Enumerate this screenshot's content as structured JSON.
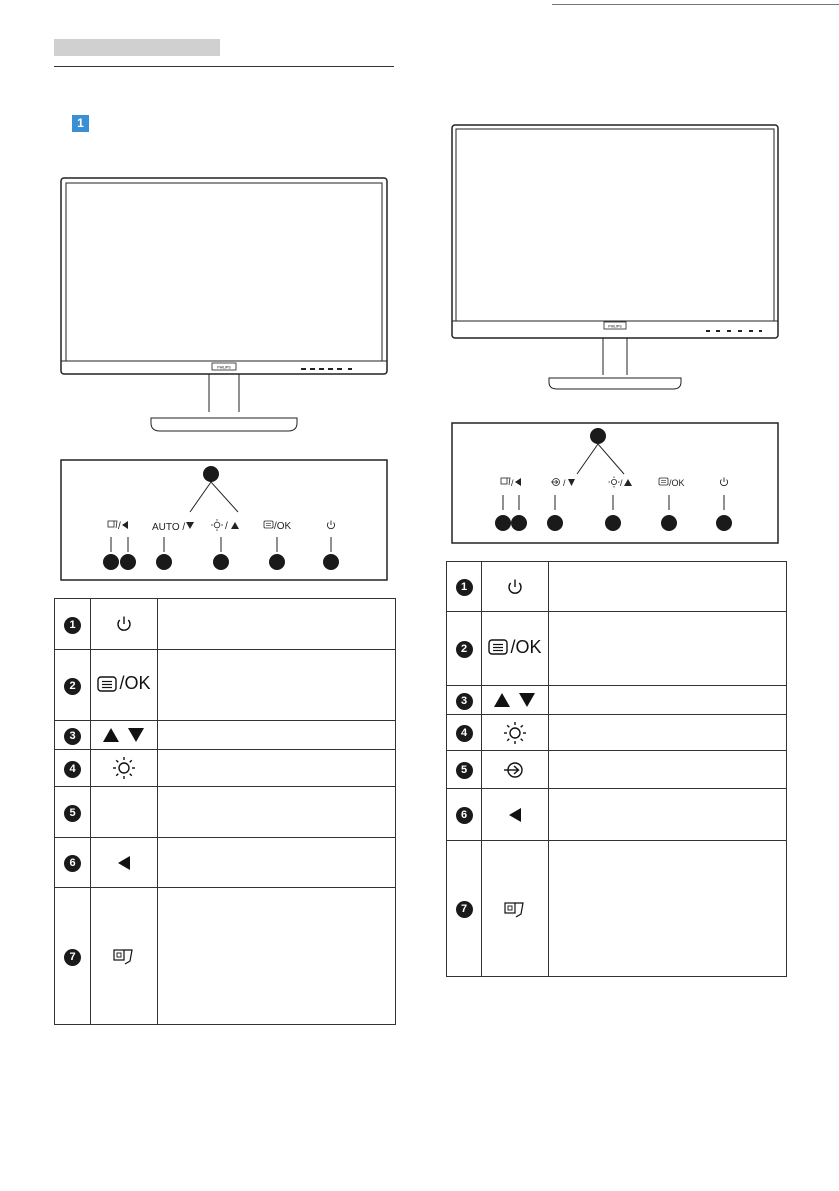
{
  "step": {
    "number": "1"
  },
  "left": {
    "monitor_brand": "PHILIPS",
    "panel_labels": {
      "label_2": "/OK",
      "label_5": "AUTO /"
    },
    "rows": [
      {
        "num": "1",
        "icon": "power-icon"
      },
      {
        "num": "2",
        "icon": "menu-icon",
        "text": "/OK"
      },
      {
        "num": "3",
        "icon": "up-down-arrows-icon"
      },
      {
        "num": "4",
        "icon": "brightness-icon"
      },
      {
        "num": "5",
        "icon": ""
      },
      {
        "num": "6",
        "icon": "left-arrow-icon"
      },
      {
        "num": "7",
        "icon": "smartimage-icon"
      }
    ]
  },
  "right": {
    "monitor_brand": "PHILIPS",
    "panel_labels": {
      "label_2": "/OK"
    },
    "rows": [
      {
        "num": "1",
        "icon": "power-icon"
      },
      {
        "num": "2",
        "icon": "menu-icon",
        "text": "/OK"
      },
      {
        "num": "3",
        "icon": "up-down-arrows-icon"
      },
      {
        "num": "4",
        "icon": "brightness-icon"
      },
      {
        "num": "5",
        "icon": "input-icon"
      },
      {
        "num": "6",
        "icon": "left-arrow-icon"
      },
      {
        "num": "7",
        "icon": "smartimage-icon"
      }
    ]
  }
}
